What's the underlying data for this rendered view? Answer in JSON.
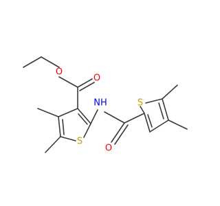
{
  "molecule": {
    "atoms": {
      "ester_o_single": {
        "symbol": "O",
        "color": "#ff0000"
      },
      "ester_o_double": {
        "symbol": "O",
        "color": "#ff0000"
      },
      "amide_nh": {
        "symbol": "NH",
        "color": "#0000ff"
      },
      "amide_o": {
        "symbol": "O",
        "color": "#ff0000"
      },
      "s_left": {
        "symbol": "S",
        "color": "#c8a000"
      },
      "s_right": {
        "symbol": "S",
        "color": "#c8a000"
      }
    },
    "bond_color": "#3a3a3a"
  }
}
